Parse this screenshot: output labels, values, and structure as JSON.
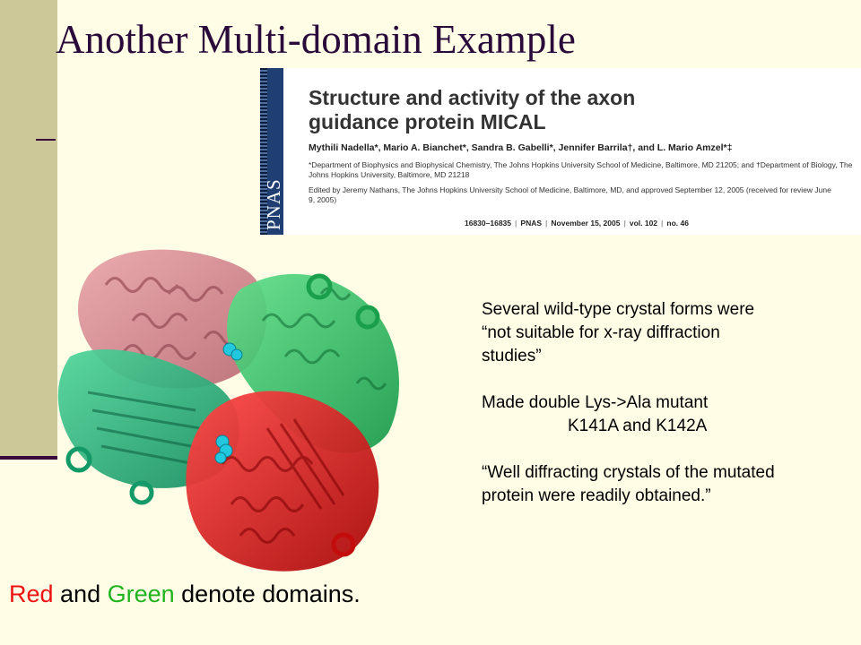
{
  "slide": {
    "title": "Another Multi-domain Example"
  },
  "paper": {
    "journal_logo": "PNAS",
    "title": "Structure and activity of the axon guidance protein MICAL",
    "authors": "Mythili Nadella*, Mario A. Bianchet*, Sandra B. Gabelli*, Jennifer Barrila†, and L. Mario Amzel*‡",
    "affiliations": "*Department of Biophysics and Biophysical Chemistry, The Johns Hopkins University School of Medicine, Baltimore, MD 21205; and †Department of Biology, The Johns Hopkins University, Baltimore, MD 21218",
    "edited_by": "Edited by Jeremy Nathans, The Johns Hopkins University School of Medicine, Baltimore, MD, and approved September 12, 2005 (received for review June 9, 2005)",
    "citation": {
      "pages": "16830–16835",
      "journal": "PNAS",
      "date": "November 15, 2005",
      "volume": "vol. 102",
      "issue": "no. 46"
    }
  },
  "notes": {
    "line1": "Several wild-type crystal forms were",
    "line2": "“not suitable for x-ray diffraction",
    "line3": "studies”",
    "line4": "Made double Lys->Ala mutant",
    "line5": "K141A and K142A",
    "line6": "“Well diffracting crystals of the mutated",
    "line7": "protein were readily obtained.”"
  },
  "caption": {
    "red": "Red",
    "and": " and ",
    "green": "Green",
    "rest": " denote domains."
  },
  "colors": {
    "background": "#fffde6",
    "sidebar": "#cdc897",
    "title": "#2a0a3a",
    "domain_pink": "#d98a92",
    "domain_green": "#2fc46a",
    "domain_red": "#e01515",
    "ligand_cyan": "#22c8dd"
  }
}
